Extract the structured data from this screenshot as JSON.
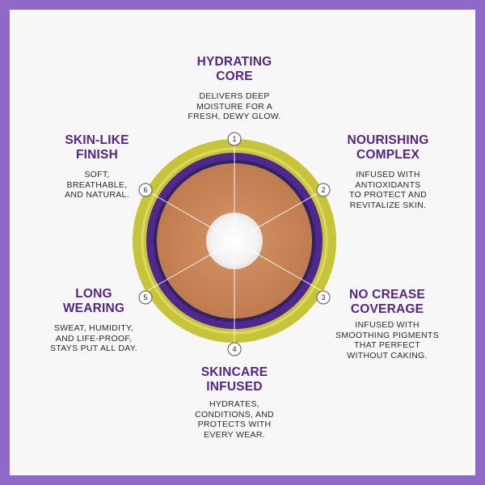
{
  "colors": {
    "border": "#8f68c8",
    "title": "#552580",
    "outer_ring": "#c7c43a",
    "purple_ring": "#4f278f",
    "tan_disc": "#c88557",
    "core": "#f5f5f5"
  },
  "features": [
    {
      "number": "1",
      "title_lines": [
        "HYDRATING",
        "CORE"
      ],
      "desc_lines": [
        "DELIVERS DEEP",
        "MOISTURE FOR A",
        "FRESH, DEWY GLOW."
      ]
    },
    {
      "number": "2",
      "title_lines": [
        "NOURISHING",
        "COMPLEX"
      ],
      "desc_lines": [
        "INFUSED WITH",
        "ANTIOXIDANTS",
        "TO PROTECT AND",
        "REVITALIZE SKIN."
      ]
    },
    {
      "number": "3",
      "title_lines": [
        "NO CREASE",
        "COVERAGE"
      ],
      "desc_lines": [
        "INFUSED WITH",
        "SMOOTHING PIGMENTS",
        "THAT PERFECT",
        "WITHOUT CAKING."
      ]
    },
    {
      "number": "4",
      "title_lines": [
        "SKINCARE",
        "INFUSED"
      ],
      "desc_lines": [
        "HYDRATES,",
        "CONDITIONS, AND",
        "PROTECTS WITH",
        "EVERY WEAR."
      ]
    },
    {
      "number": "5",
      "title_lines": [
        "LONG",
        "WEARING"
      ],
      "desc_lines": [
        "SWEAT, HUMIDITY,",
        "AND LIFE-PROOF,",
        "STAYS PUT ALL DAY."
      ]
    },
    {
      "number": "6",
      "title_lines": [
        "SKIN-LIKE",
        "FINISH"
      ],
      "desc_lines": [
        "SOFT,",
        "BREATHABLE,",
        "AND NATURAL."
      ]
    }
  ]
}
